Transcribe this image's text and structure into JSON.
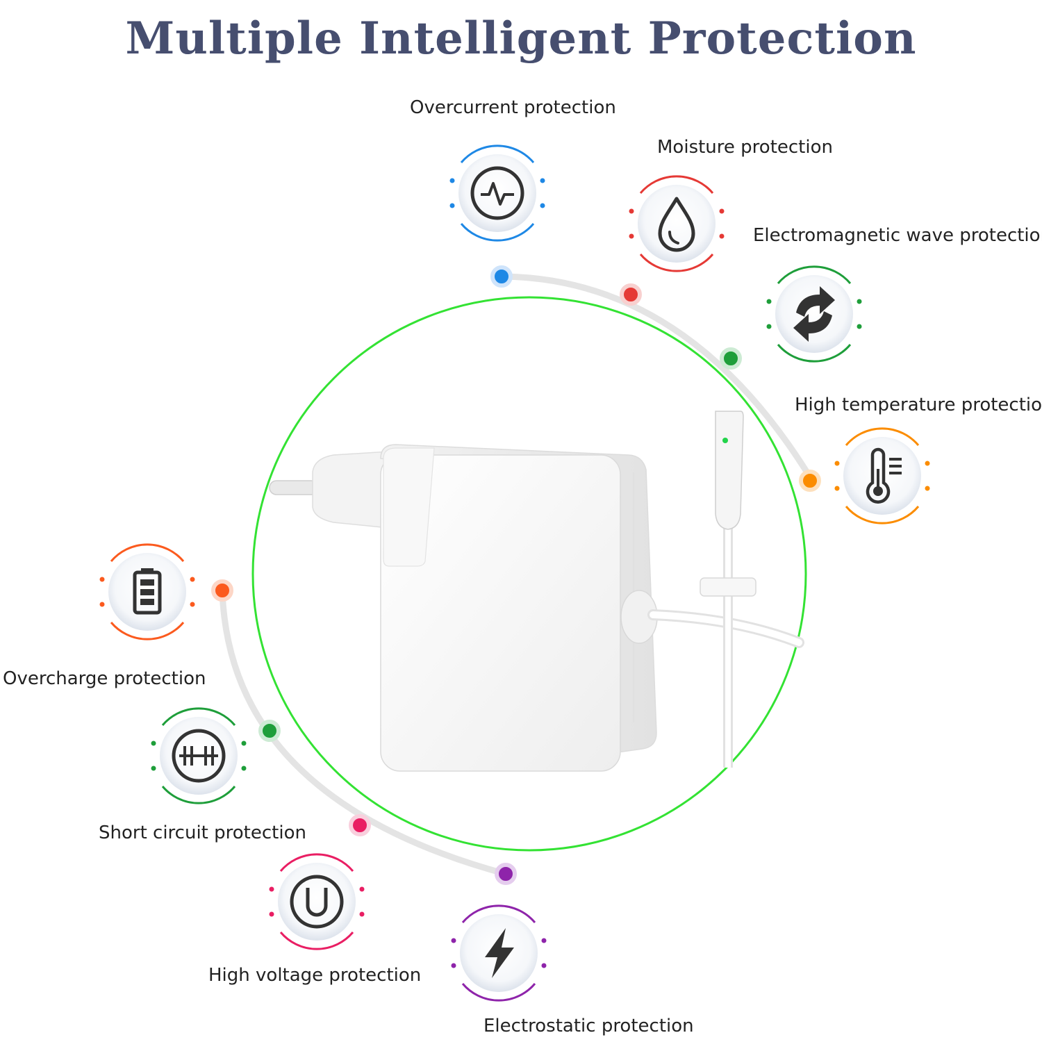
{
  "title": "Multiple Intelligent Protection",
  "colors": {
    "title": "#464e6f",
    "frame_ring": "#33e233",
    "arc": "#e4e4e4",
    "blue": "#1e88e5",
    "red": "#e53935",
    "green": "#1e9e3a",
    "orange": "#fb8c00",
    "magenta": "#e91e63",
    "purple": "#8e24aa"
  },
  "protections": [
    {
      "label": "Overcurrent protection",
      "icon": "waveform-icon",
      "color": "blue"
    },
    {
      "label": "Moisture protection",
      "icon": "water-drop-icon",
      "color": "red"
    },
    {
      "label": "Electromagnetic wave protection",
      "icon": "rotating-arrows-icon",
      "color": "green"
    },
    {
      "label": "High temperature protection",
      "icon": "thermometer-icon",
      "color": "orange"
    },
    {
      "label": "Overcharge protection",
      "icon": "battery-icon",
      "color": "orange"
    },
    {
      "label": "Short circuit protection",
      "icon": "resistor-icon",
      "color": "green"
    },
    {
      "label": "High voltage protection",
      "icon": "letter-u-icon",
      "color": "magenta"
    },
    {
      "label": "Electrostatic protection",
      "icon": "lightning-icon",
      "color": "purple"
    }
  ]
}
